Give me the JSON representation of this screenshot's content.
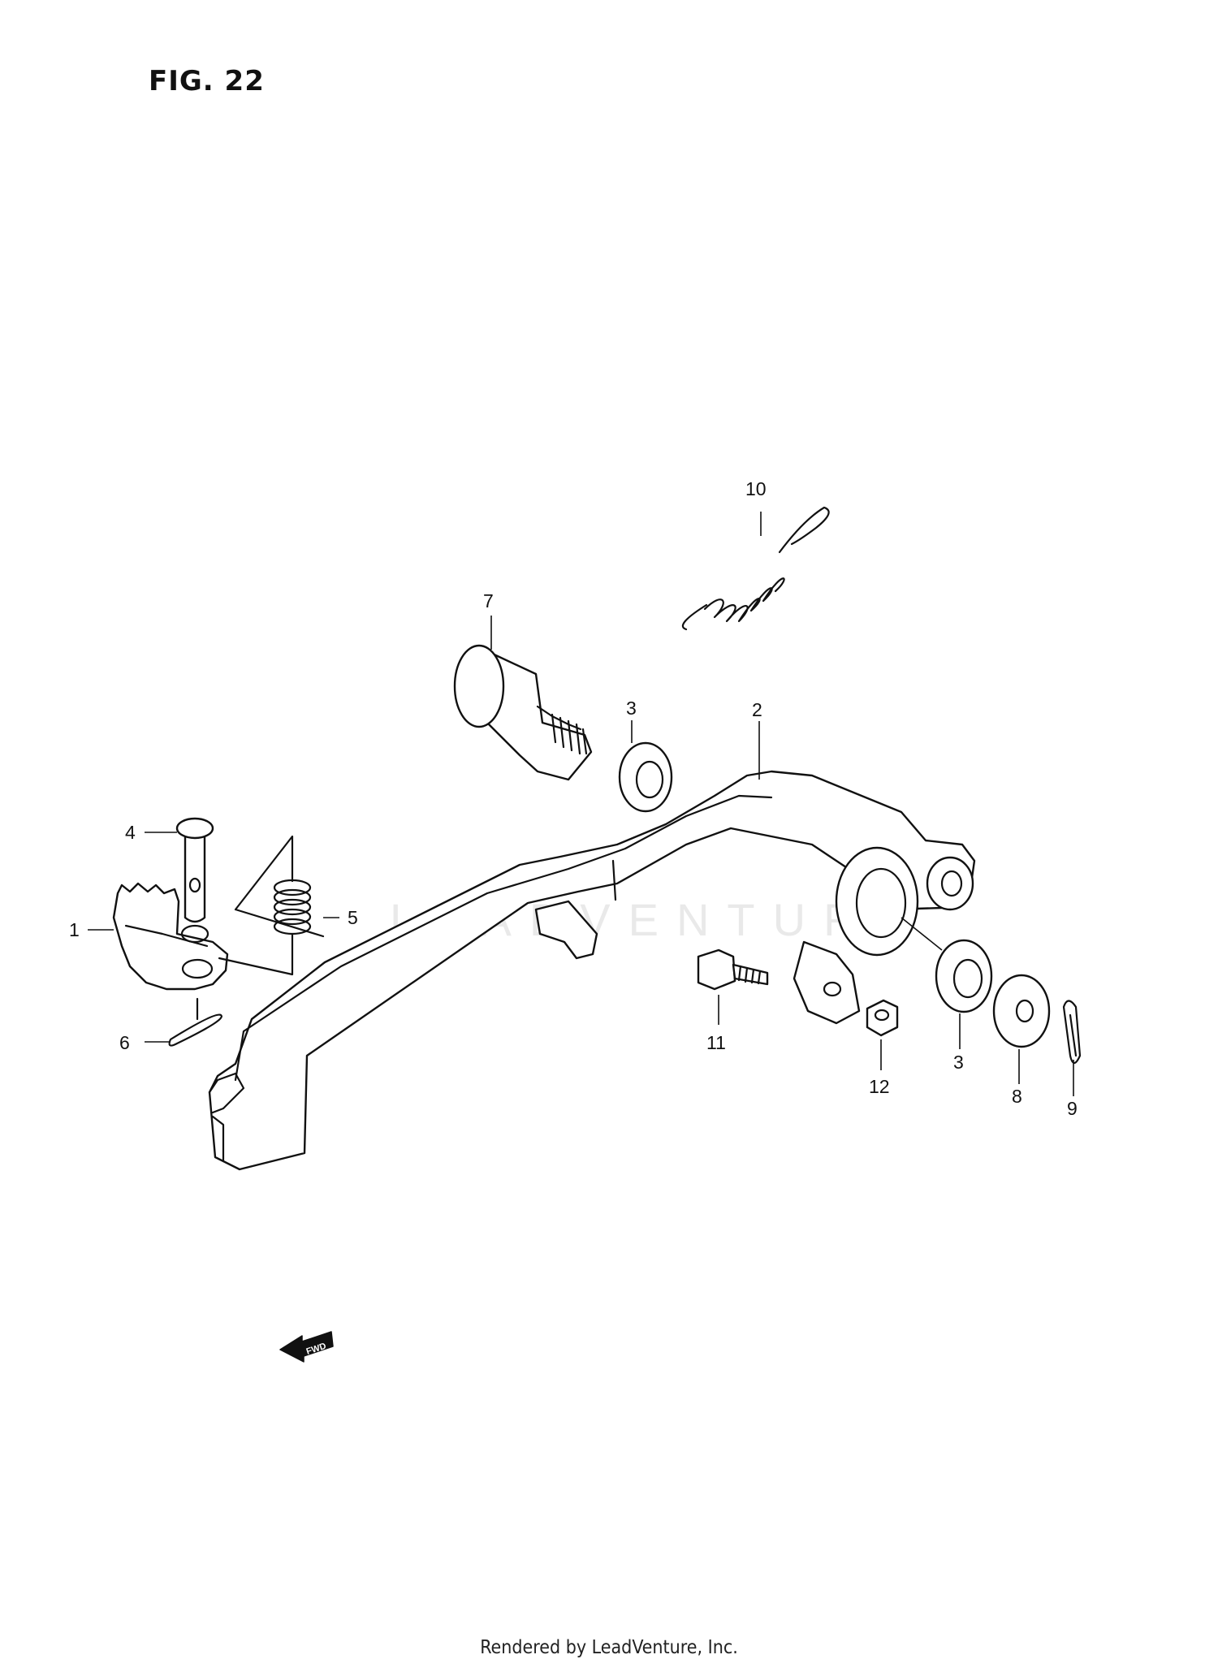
{
  "figure": {
    "title": "FIG. 22"
  },
  "callouts": {
    "c1": "1",
    "c2": "2",
    "c3a": "3",
    "c3b": "3",
    "c4": "4",
    "c5": "5",
    "c6": "6",
    "c7": "7",
    "c8": "8",
    "c9": "9",
    "c10": "10",
    "c11": "11",
    "c12": "12"
  },
  "fwd_badge": "FWD",
  "watermark": "LEADVENTURE",
  "footer": "Rendered by LeadVenture, Inc."
}
